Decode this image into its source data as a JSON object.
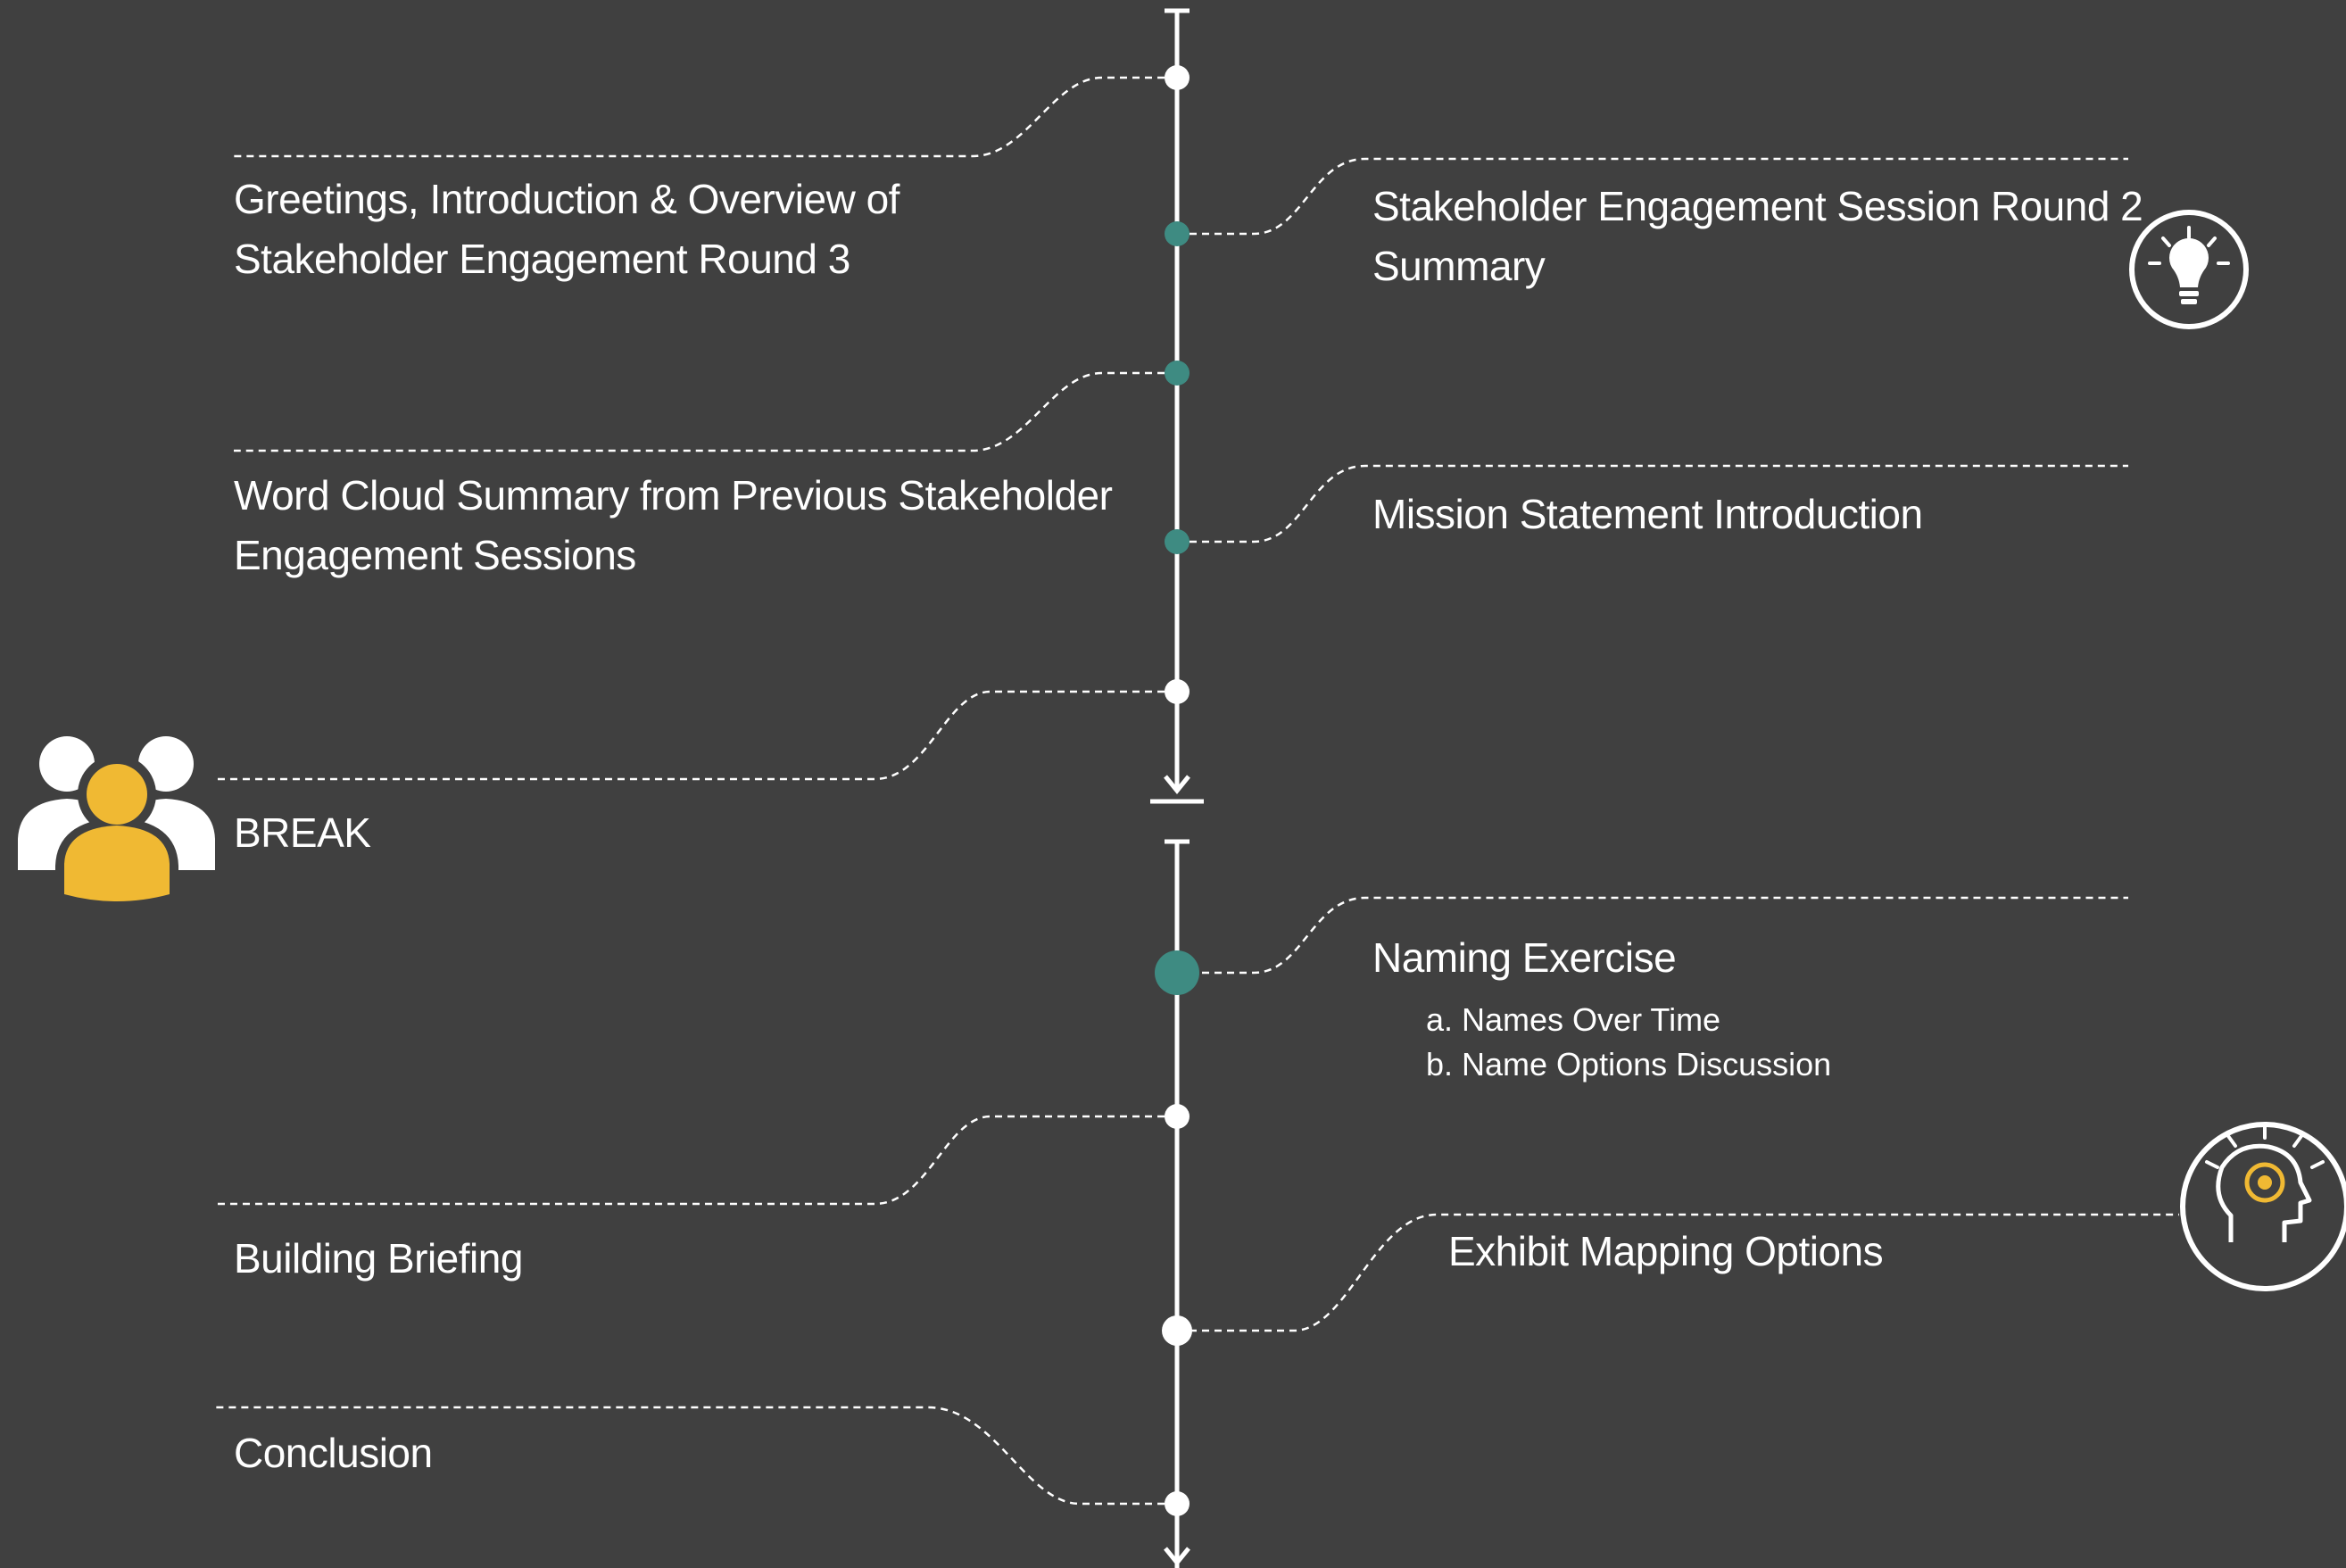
{
  "colors": {
    "background": "#404040",
    "line": "#ffffff",
    "accent_dot": "#3e8b82",
    "people_accent": "#f0b933"
  },
  "icons": [
    "lightbulb-icon",
    "people-group-icon",
    "head-idea-icon"
  ],
  "agenda": {
    "item1": {
      "line1": "Greetings, Introduction & Overview of",
      "line2": "Stakeholder Engagement Round 3"
    },
    "item2": {
      "line1": "Stakeholder Engagement Session Round 2",
      "line2": "Summary"
    },
    "item3": {
      "line1": "Word Cloud Summary from Previous Stakeholder",
      "line2": "Engagement Sessions"
    },
    "item4": {
      "line1": "Mission Statement Introduction"
    },
    "break": {
      "label": "BREAK"
    },
    "item5": {
      "title": "Naming Exercise",
      "sub_a": "a. Names Over Time",
      "sub_b": "b. Name Options Discussion"
    },
    "item6": {
      "line1": "Building Briefing"
    },
    "item7": {
      "line1": "Exhibit Mapping Options"
    },
    "item8": {
      "line1": "Conclusion"
    }
  }
}
